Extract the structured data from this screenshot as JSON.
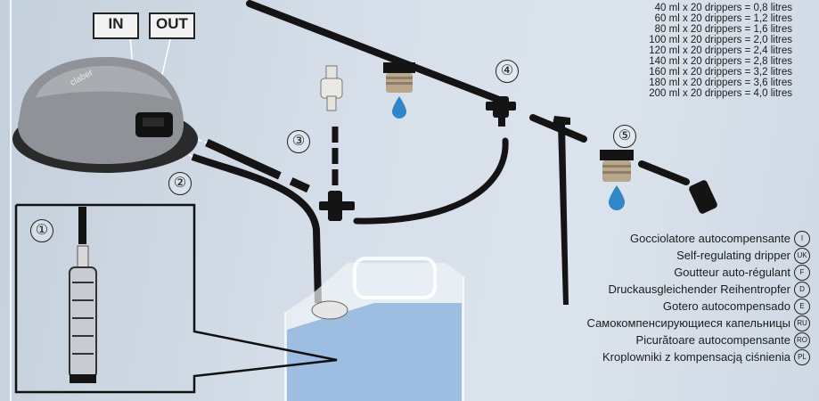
{
  "labels": {
    "in": "IN",
    "out": "OUT",
    "brand": "claber"
  },
  "callouts": [
    "①",
    "②",
    "③",
    "④",
    "⑤"
  ],
  "capacity_table": [
    "40 ml x 20 drippers = 0,8 litres",
    "60 ml x 20 drippers = 1,2 litres",
    "80 ml x 20 drippers = 1,6 litres",
    "100 ml x 20 drippers = 2,0 litres",
    "120 ml x 20 drippers = 2,4 litres",
    "140 ml x 20 drippers = 2,8 litres",
    "160 ml x 20 drippers = 3,2 litres",
    "180 ml x 20 drippers = 3,6 litres",
    "200 ml x 20 drippers = 4,0 litres"
  ],
  "captions": [
    {
      "text": "Gocciolatore autocompensante",
      "lang": "I"
    },
    {
      "text": "Self-regulating dripper",
      "lang": "UK"
    },
    {
      "text": "Goutteur auto-régulant",
      "lang": "F"
    },
    {
      "text": "Druckausgleichender Reihentropfer",
      "lang": "D"
    },
    {
      "text": "Gotero autocompensado",
      "lang": "E"
    },
    {
      "text": "Самокомпенсирующиеся капельницы",
      "lang": "RU"
    },
    {
      "text": "Picurătoare autocompensante",
      "lang": "RO"
    },
    {
      "text": "Kroplowniki z kompensacją ciśnienia",
      "lang": "PL"
    }
  ],
  "colors": {
    "tube": "#141414",
    "water": "#8fb5dd",
    "drop": "#2f86c9",
    "device": "#8f9296"
  }
}
